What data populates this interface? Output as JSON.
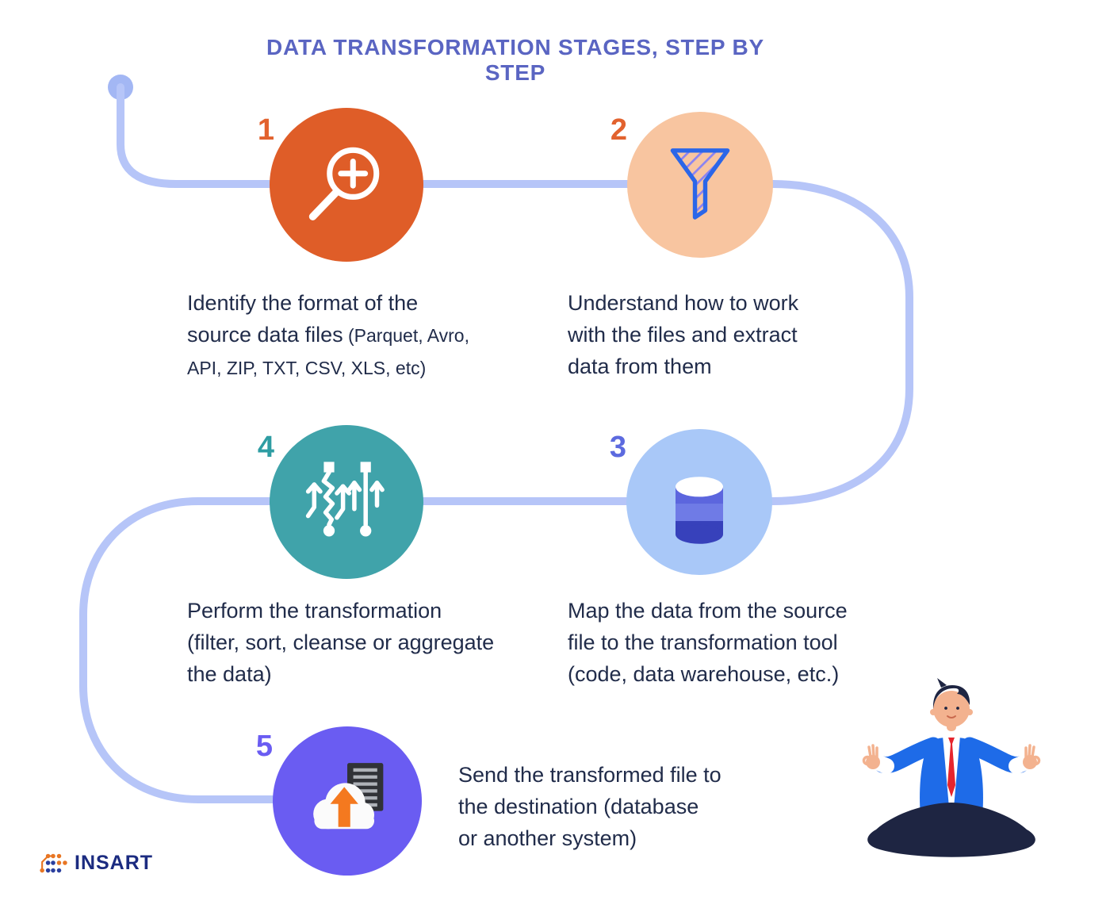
{
  "title": "DATA TRANSFORMATION STAGES, STEP BY STEP",
  "steps": [
    {
      "number": "1",
      "icon": "magnifier-plus-icon",
      "circle_color": "#DF5D28",
      "number_color": "#E2622E",
      "text_main": "Identify the format of the\nsource data files",
      "text_detail": " (Parquet, Avro,\nAPI, ZIP, TXT, CSV, XLS, etc)"
    },
    {
      "number": "2",
      "icon": "filter-funnel-icon",
      "circle_color": "#F8C5A0",
      "number_color": "#E2622E",
      "text": "Understand how to work\nwith the files and extract\ndata from them"
    },
    {
      "number": "3",
      "icon": "database-icon",
      "circle_color": "#A9C8F8",
      "number_color": "#5C6ADF",
      "text": "Map the data from the source\nfile to the transformation tool\n(code, data warehouse, etc.)"
    },
    {
      "number": "4",
      "icon": "transform-sort-icon",
      "circle_color": "#40A3AA",
      "number_color": "#2E9DA3",
      "text": "Perform the transformation\n(filter, sort, cleanse or aggregate\nthe data)"
    },
    {
      "number": "5",
      "icon": "cloud-upload-document-icon",
      "circle_color": "#6A5CF2",
      "number_color": "#6A5CF2",
      "text": "Send the transformed file to\nthe destination (database\nor another system)"
    }
  ],
  "logo": {
    "text": "INSART"
  },
  "colors": {
    "title": "#5A65C2",
    "body_text": "#212C4A",
    "connector": "#B6C5F8",
    "connector_dot": "#A3B7F4"
  }
}
